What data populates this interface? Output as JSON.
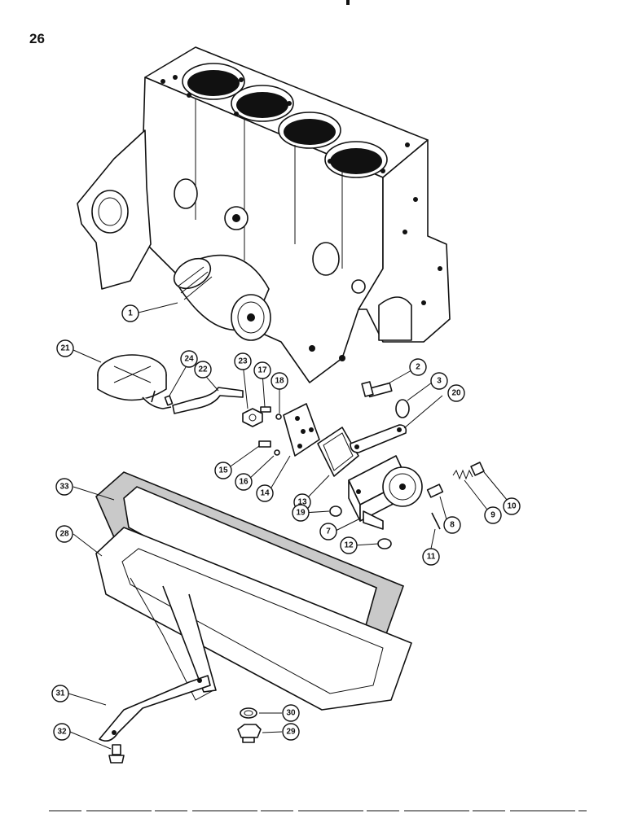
{
  "page_number": "26",
  "callouts": [
    {
      "id": "c1",
      "label": "1"
    },
    {
      "id": "c2",
      "label": "2"
    },
    {
      "id": "c3",
      "label": "3"
    },
    {
      "id": "c7",
      "label": "7"
    },
    {
      "id": "c8",
      "label": "8"
    },
    {
      "id": "c9",
      "label": "9"
    },
    {
      "id": "c10",
      "label": "10"
    },
    {
      "id": "c11",
      "label": "11"
    },
    {
      "id": "c12",
      "label": "12"
    },
    {
      "id": "c13",
      "label": "13"
    },
    {
      "id": "c14",
      "label": "14"
    },
    {
      "id": "c15",
      "label": "15"
    },
    {
      "id": "c16",
      "label": "16"
    },
    {
      "id": "c17",
      "label": "17"
    },
    {
      "id": "c18",
      "label": "18"
    },
    {
      "id": "c19",
      "label": "19"
    },
    {
      "id": "c20",
      "label": "20"
    },
    {
      "id": "c21",
      "label": "21"
    },
    {
      "id": "c22",
      "label": "22"
    },
    {
      "id": "c23",
      "label": "23"
    },
    {
      "id": "c24",
      "label": "24"
    },
    {
      "id": "c28",
      "label": "28"
    },
    {
      "id": "c29",
      "label": "29"
    },
    {
      "id": "c30",
      "label": "30"
    },
    {
      "id": "c31",
      "label": "31"
    },
    {
      "id": "c32",
      "label": "32"
    },
    {
      "id": "c33",
      "label": "33"
    }
  ]
}
